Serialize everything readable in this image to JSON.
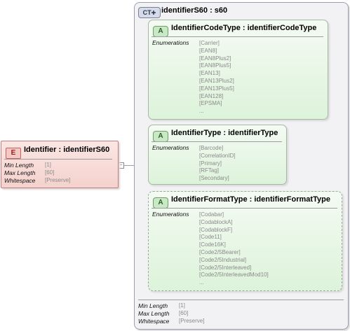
{
  "element": {
    "badge": "E",
    "title": "Identifier : identifierS60",
    "props": [
      {
        "label": "Min Length",
        "value": "[1]"
      },
      {
        "label": "Max Length",
        "value": "[60]"
      },
      {
        "label": "Whitespace",
        "value": "[Preserve]"
      }
    ]
  },
  "complex_type": {
    "badge": "CT",
    "title": "identifierS60 : s60",
    "props": [
      {
        "label": "Min Length",
        "value": "[1]"
      },
      {
        "label": "Max Length",
        "value": "[60]"
      },
      {
        "label": "Whitespace",
        "value": "[Preserve]"
      }
    ]
  },
  "attributes": [
    {
      "badge": "A",
      "title": "IdentifierCodeType : identifierCodeType",
      "enum_label": "Enumerations",
      "values": [
        "[Carrier]",
        "[EAN8]",
        "[EAN8Plus2]",
        "[EAN8Plus5]",
        "[EAN13]",
        "[EAN13Plus2]",
        "[EAN13Plus5]",
        "[EAN128]",
        "[EPSMA]",
        "..."
      ]
    },
    {
      "badge": "A",
      "title": "IdentifierType : identifierType",
      "enum_label": "Enumerations",
      "values": [
        "[Barcode]",
        "[CorrelationID]",
        "[Primary]",
        "[RFTag]",
        "[Secondary]"
      ]
    },
    {
      "badge": "A",
      "title": "IdentifierFormatType : identifierFormatType",
      "enum_label": "Enumerations",
      "values": [
        "[Codabar]",
        "[CodablockA]",
        "[CodablockF]",
        "[Code11]",
        "[Code16K]",
        "[Code2/5Bearer]",
        "[Code2/5Industrial]",
        "[Code2/5Interleaved]",
        "[Code2/5InterleavedMod10]",
        "..."
      ]
    }
  ],
  "connector_symbol": "−"
}
